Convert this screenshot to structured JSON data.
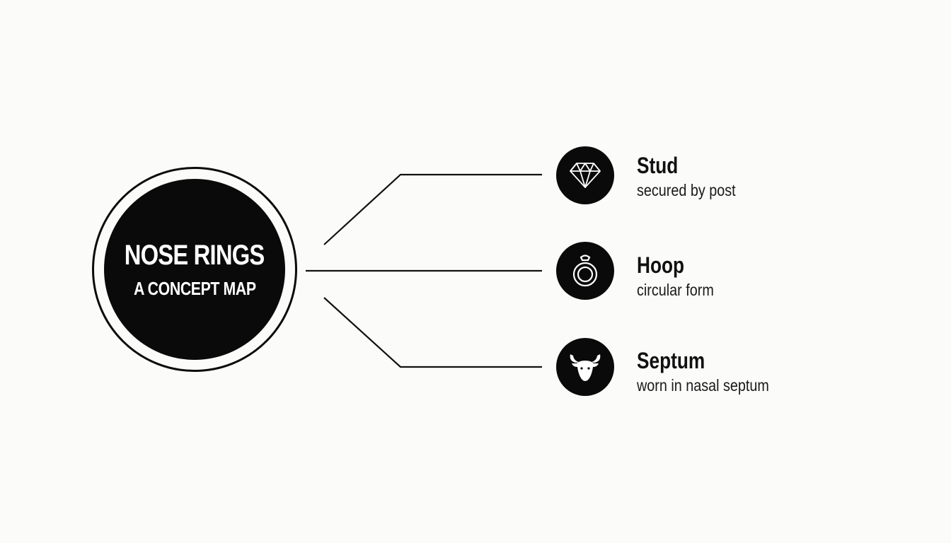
{
  "hub": {
    "title": "NOSE RINGS",
    "subtitle": "A CONCEPT MAP"
  },
  "branches": [
    {
      "label": "Stud",
      "description": "secured by post",
      "icon": "diamond-icon"
    },
    {
      "label": "Hoop",
      "description": "circular form",
      "icon": "ring-icon"
    },
    {
      "label": "Septum",
      "description": "worn in nasal septum",
      "icon": "bull-head-icon"
    }
  ]
}
